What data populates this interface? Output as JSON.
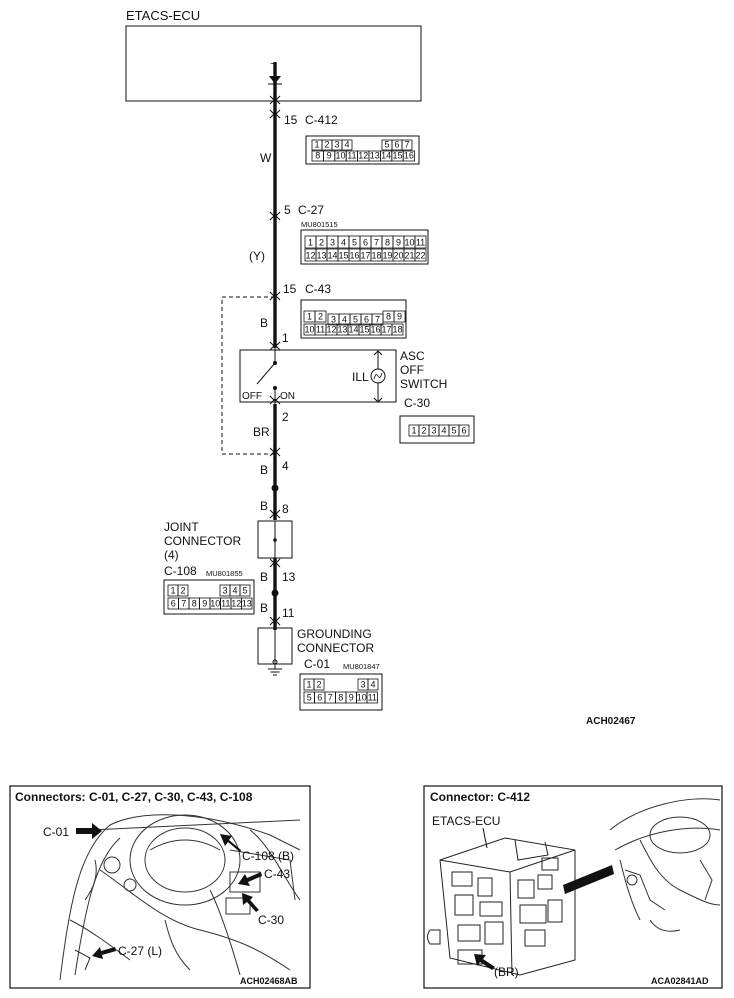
{
  "ecu": {
    "title": "ETACS-ECU"
  },
  "wiring": {
    "c412": {
      "pin": "15",
      "name": "C-412",
      "wire": "W",
      "top_pins": [
        "1",
        "2",
        "3",
        "4",
        "5",
        "6",
        "7"
      ],
      "bottom_pins": [
        "8",
        "9",
        "10",
        "11",
        "12",
        "13",
        "14",
        "15",
        "16"
      ]
    },
    "c27": {
      "pin": "5",
      "name": "C-27",
      "part": "MU801515",
      "wire": "(Y)",
      "top_pins": [
        "1",
        "2",
        "3",
        "4",
        "5",
        "6",
        "7",
        "8",
        "9",
        "10",
        "11"
      ],
      "bottom_pins": [
        "12",
        "13",
        "14",
        "15",
        "16",
        "17",
        "18",
        "19",
        "20",
        "21",
        "22"
      ]
    },
    "c43": {
      "pin": "15",
      "name": "C-43",
      "wire": "B",
      "top_pins": [
        "1",
        "2",
        "3",
        "4",
        "5",
        "6",
        "7",
        "8",
        "9"
      ],
      "bottom_pins": [
        "10",
        "11",
        "12",
        "13",
        "14",
        "15",
        "16",
        "17",
        "18"
      ]
    },
    "switch": {
      "pin_top": "1",
      "pin_bottom": "2",
      "off": "OFF",
      "on": "ON",
      "ill": "ILL",
      "label_lines": [
        "ASC",
        "OFF",
        "SWITCH"
      ],
      "connector": "C-30",
      "wire_bottom": "BR",
      "pins": [
        "1",
        "2",
        "3",
        "4",
        "5",
        "6"
      ]
    },
    "seg_b1": {
      "wire": "B",
      "pin": "4"
    },
    "joint": {
      "label_lines": [
        "JOINT",
        "CONNECTOR",
        "(4)"
      ],
      "pin_top": "8",
      "pin_bottom": "13",
      "wire_top": "B",
      "wire_bottom": "B",
      "connector": "C-108",
      "part": "MU801855",
      "top_pins": [
        "1",
        "2",
        "3",
        "4",
        "5"
      ],
      "bottom_pins": [
        "6",
        "7",
        "8",
        "9",
        "10",
        "11",
        "12",
        "13"
      ]
    },
    "grounding": {
      "label_lines": [
        "GROUNDING",
        "CONNECTOR"
      ],
      "pin": "11",
      "wire": "B",
      "connector": "C-01",
      "part": "MU801847",
      "top_pins": [
        "1",
        "2",
        "3",
        "4"
      ],
      "bottom_pins": [
        "5",
        "6",
        "7",
        "8",
        "9",
        "10",
        "11"
      ]
    },
    "figure_code": "ACH02467"
  },
  "panel_left": {
    "title": "Connectors: C-01, C-27, C-30, C-43, C-108",
    "callouts": {
      "c01": "C-01",
      "c108": "C-108 (B)",
      "c43": "C-43",
      "c30": "C-30",
      "c27": "C-27 (L)"
    },
    "code": "ACH02468AB"
  },
  "panel_right": {
    "title": "Connector: C-412",
    "ecu_label": "ETACS-ECU",
    "callout": "(BR)",
    "code": "ACA02841AD"
  }
}
